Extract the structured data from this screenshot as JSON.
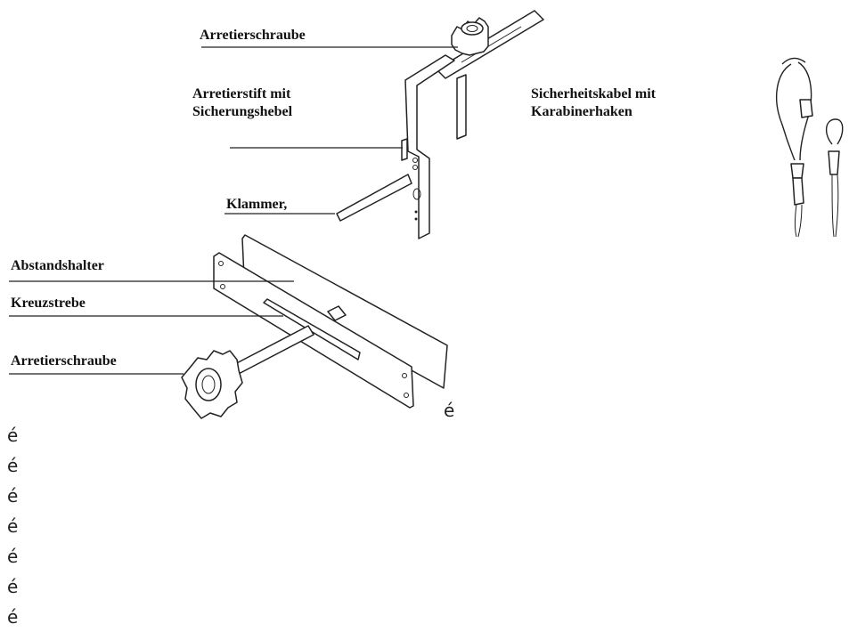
{
  "labels": {
    "top_screw": "Arretierschraube",
    "pin_line1": "Arretierstift mit",
    "pin_line2": "Sicherungshebel",
    "clamp": "Klammer,",
    "cable_line1": "Sicherheitskabel mit",
    "cable_line2": "Karabinerhaken",
    "spacer": "Abstandshalter",
    "cross_brace": "Kreuzstrebe",
    "bottom_screw": "Arretierschraube"
  },
  "marks": [
    "é",
    "é",
    "é",
    "é",
    "é",
    "é",
    "é",
    "é"
  ]
}
